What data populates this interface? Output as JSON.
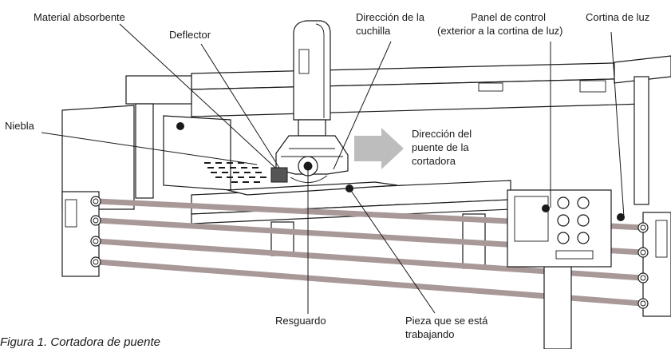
{
  "labels": {
    "material_absorbente": "Material absorbente",
    "deflector": "Deflector",
    "direccion_cuchilla": [
      "Dirección de la",
      "cuchilla"
    ],
    "panel_control": [
      "Panel de control",
      "(exterior a la cortina de luz)"
    ],
    "cortina_luz": "Cortina de luz",
    "niebla": "Niebla",
    "direccion_puente": [
      "Dirección del",
      "puente de la",
      "cortadora"
    ],
    "resguardo": "Resguardo",
    "pieza": [
      "Pieza que se está",
      "trabajando"
    ]
  },
  "caption": "Figura 1. Cortadora de puente",
  "colors": {
    "line": "#1a1a1a",
    "light_curtain_beam": "#a89898",
    "direction_arrow": "#bdbdbd",
    "leader_dot": "#1a1a1a"
  },
  "icons": [
    "direction-arrow",
    "leader-dot"
  ]
}
